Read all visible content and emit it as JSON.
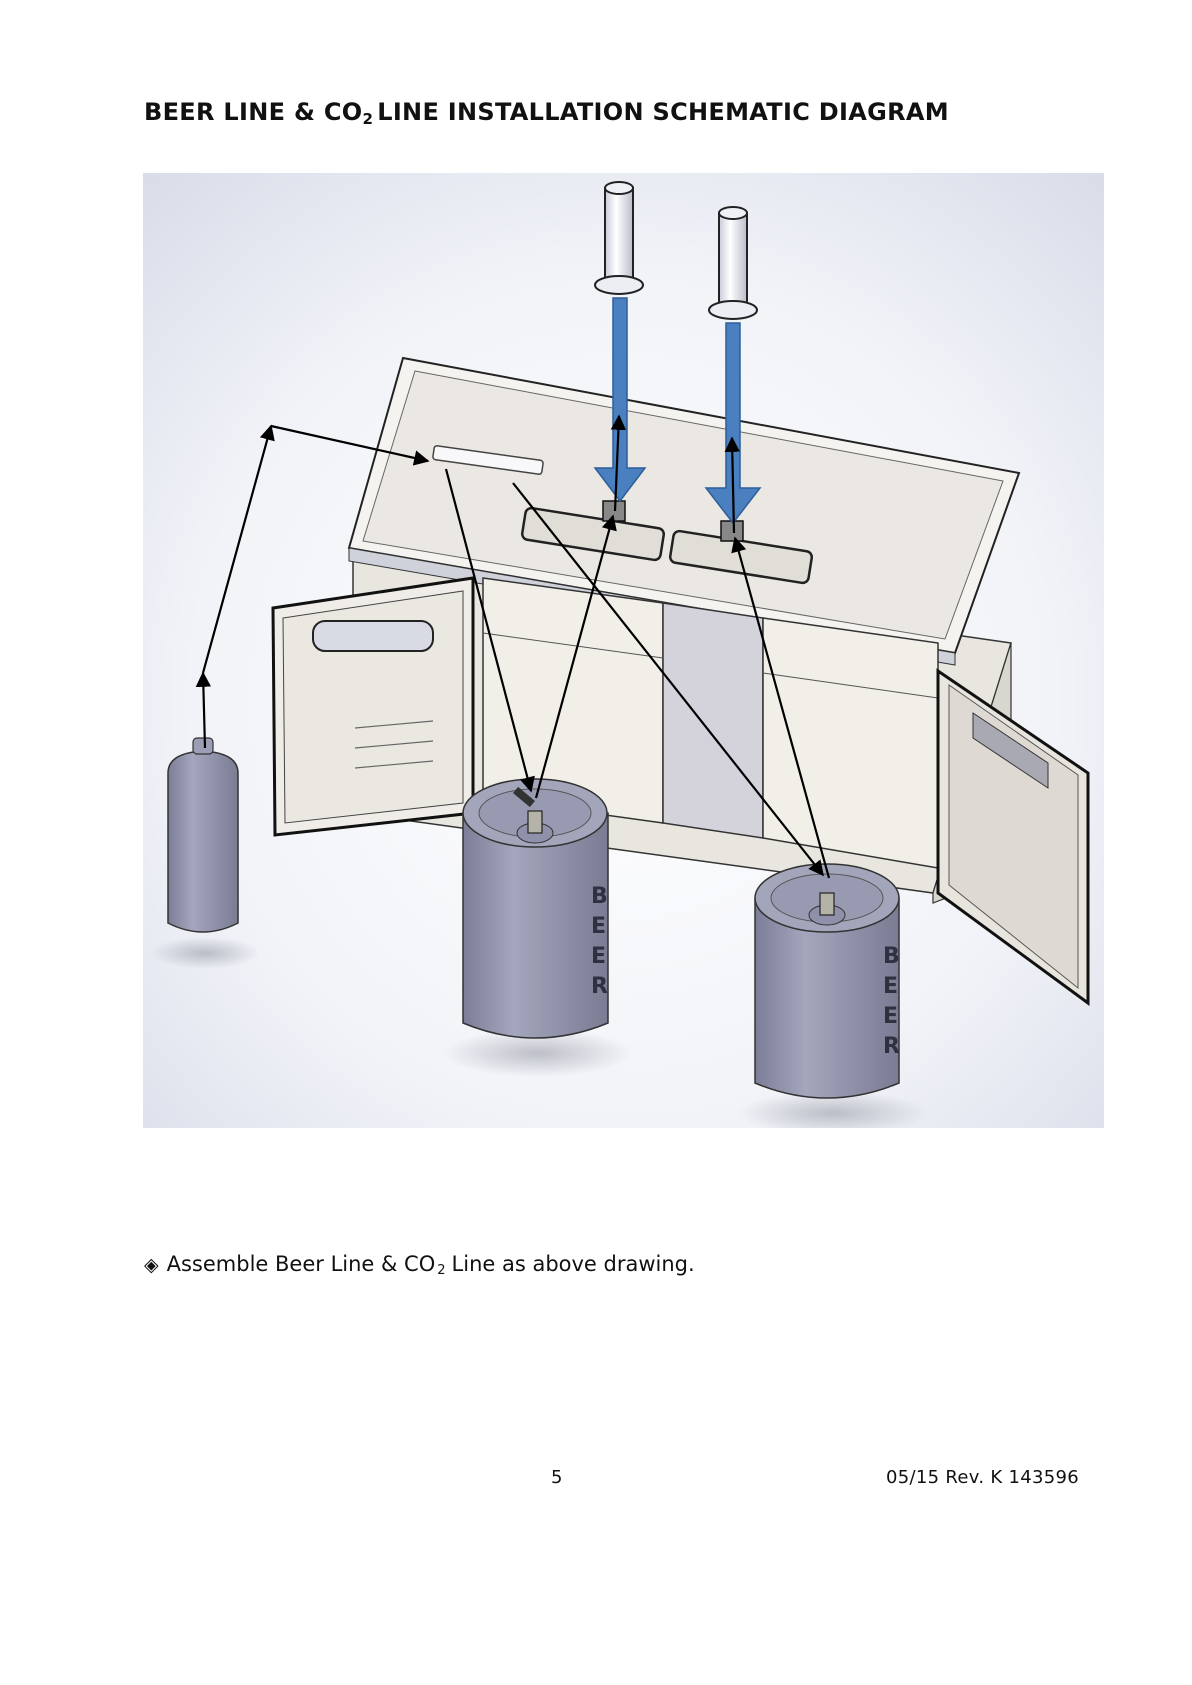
{
  "header": {
    "title_pre": "BEER LINE & CO",
    "title_sub": "2",
    "title_post": "LINE INSTALLATION SCHEMATIC DIAGRAM"
  },
  "figure": {
    "keg_labels": [
      "B",
      "E",
      "E",
      "R"
    ],
    "colors": {
      "tap_arrow": "#4a7fc0",
      "keg_body": "#8f91aa",
      "line_arrow": "#000000"
    }
  },
  "note": {
    "bullet": "◈",
    "text_pre": "Assemble Beer Line & CO",
    "text_sub": "2",
    "text_post": "Line as above drawing."
  },
  "footer": {
    "page_number": "5",
    "revision": "05/15 Rev. K  143596"
  }
}
